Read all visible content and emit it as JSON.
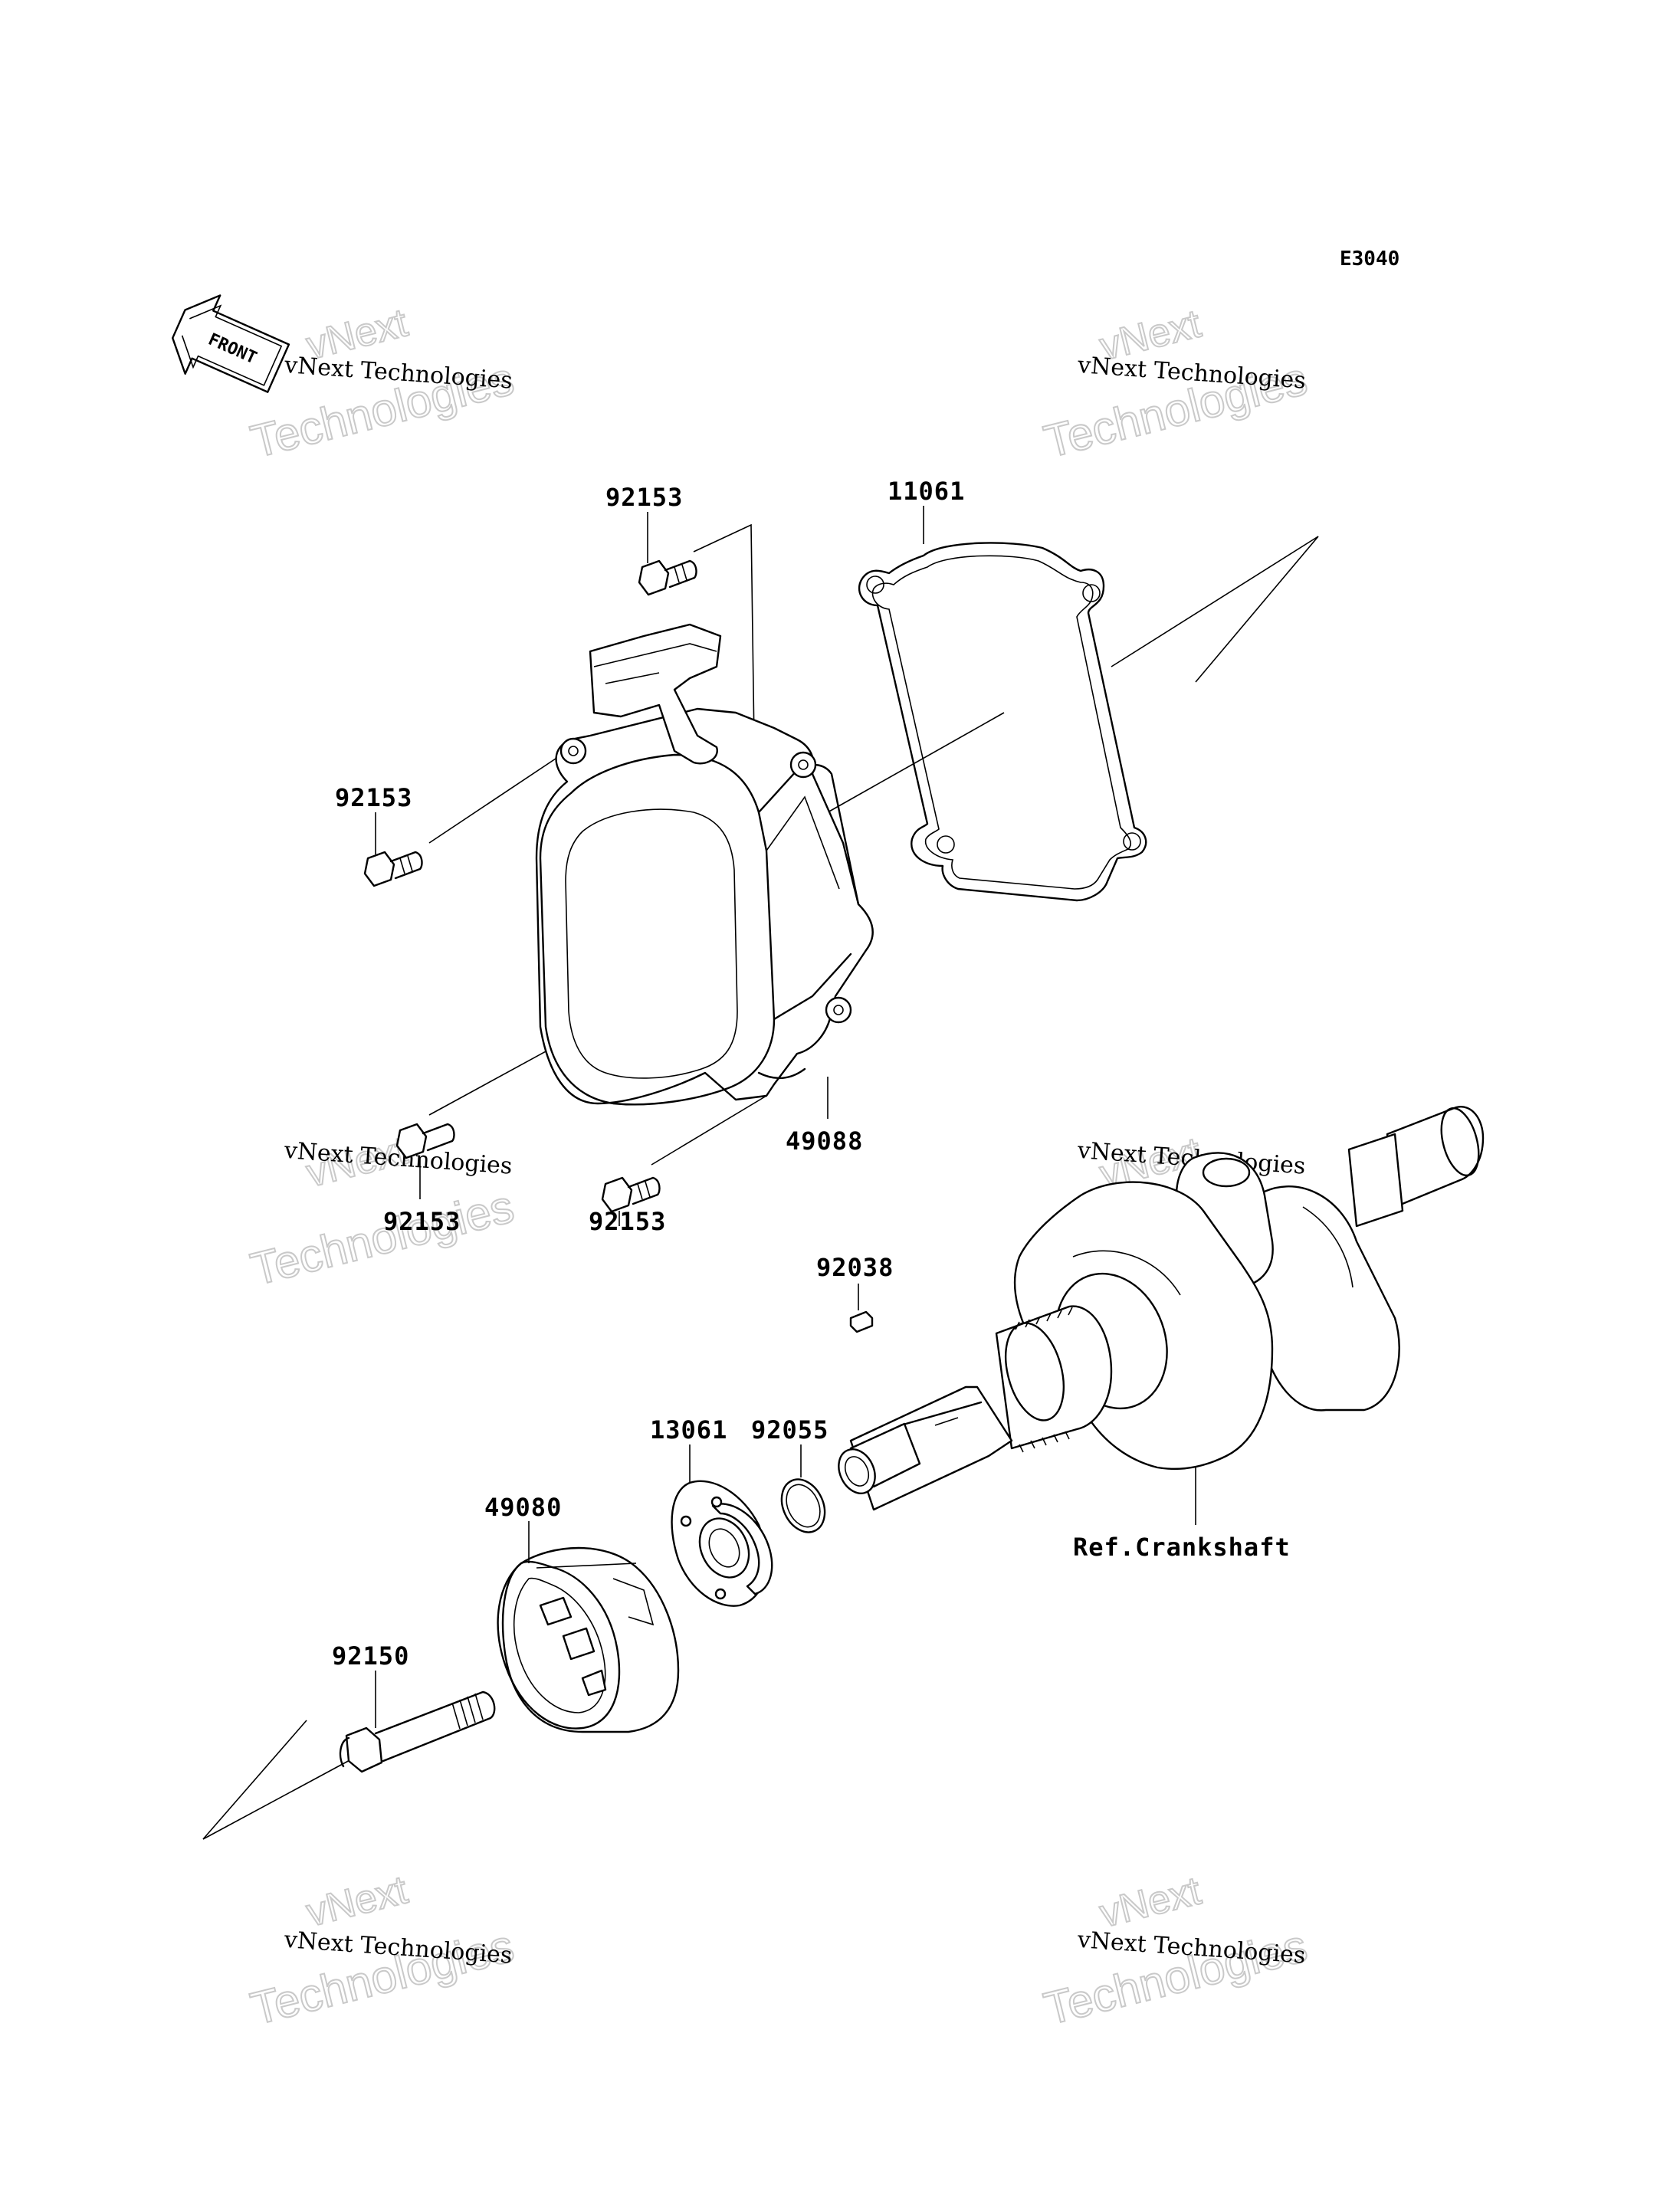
{
  "diagram_code": "E3040",
  "front_arrow_label": "FRONT",
  "watermark": {
    "line1": "vNext Technologies",
    "big1": "vNext",
    "big2": "Technologies"
  },
  "parts": {
    "screw_top": "92153",
    "gasket": "11061",
    "screw_left": "92153",
    "screw_bottom_left": "92153",
    "screw_bottom_mid": "92153",
    "recoil_cover": "49088",
    "key": "92038",
    "pulley_hub": "13061",
    "o_ring": "92055",
    "cup": "49080",
    "bolt": "92150",
    "crankshaft_ref": "Ref.Crankshaft"
  }
}
